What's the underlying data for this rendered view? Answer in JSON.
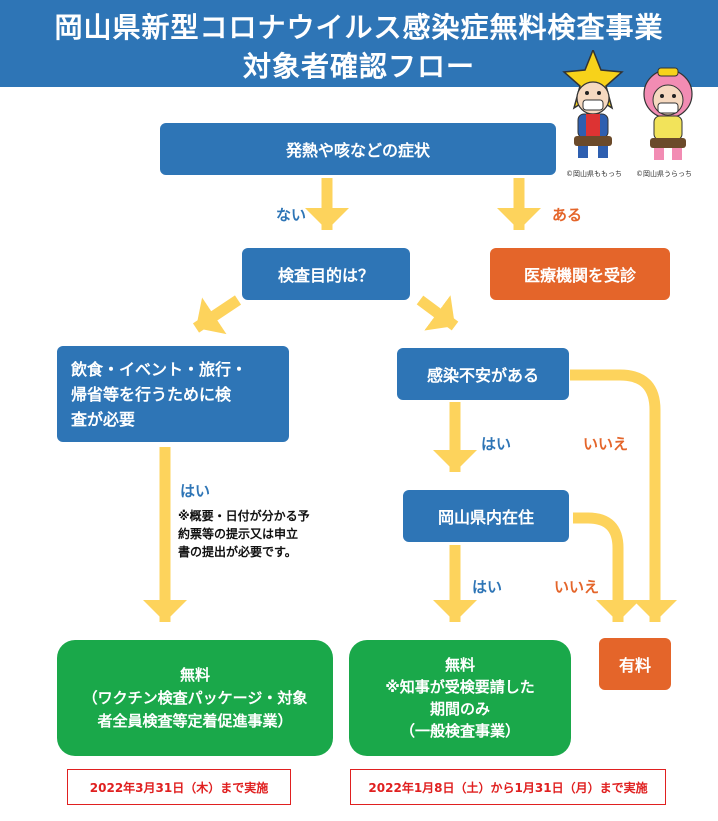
{
  "header": {
    "title_line1": "岡山県新型コロナウイルス感染症無料検査事業",
    "title_line2": "対象者確認フロー"
  },
  "nodes": {
    "symptoms": "発熱や咳などの症状",
    "purpose": "検査目的は？",
    "medical": "医療機関を受診",
    "events": [
      "飲食・イベント・旅行・",
      "帰省等を行うために検",
      "査が必要"
    ],
    "anxiety": "感染不安がある",
    "resident": "岡山県内在住",
    "paid": "有料",
    "free_left": {
      "title": "無料",
      "line1": "（ワクチン検査パッケージ・対象",
      "line2": "者全員検査等定着促進事業）"
    },
    "free_right": {
      "title": "無料",
      "line1": "※知事が受検要請した",
      "line2": "期間のみ",
      "line3": "（一般検査事業）"
    }
  },
  "labels": {
    "nai": "ない",
    "aru": "ある",
    "hai_left": "はい",
    "hai_mid1": "はい",
    "hai_mid2": "はい",
    "iie1": "いいえ",
    "iie2": "いいえ"
  },
  "note_lines": [
    "※概要・日付が分かる予",
    "約票等の提示又は申立",
    "書の提出が必要です。"
  ],
  "dates": {
    "left": "2022年3月31日（木）まで実施",
    "right": "2022年1月8日（土）から1月31日（月）まで実施"
  },
  "credits": {
    "momocchi": "©岡山県ももっち",
    "uracchi": "©岡山県うらっち"
  },
  "colors": {
    "header": "#2e75b6",
    "box_blue": "#2e75b6",
    "box_orange": "#e4652a",
    "box_green": "#1aa84a",
    "arrow": "#fdd35c",
    "date_red": "#e02020"
  }
}
